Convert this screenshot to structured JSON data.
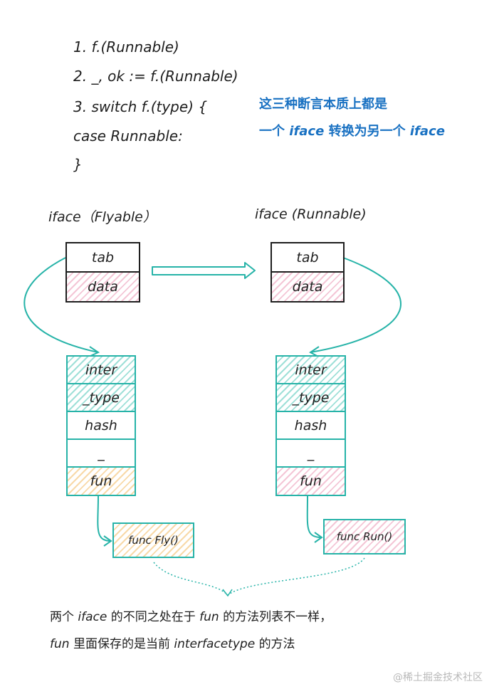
{
  "code_lines": [
    "1. f.(Runnable)",
    "2. _, ok := f.(Runnable)",
    "3. switch f.(type) {",
    "case Runnable:",
    "}"
  ],
  "note": {
    "line1": "这三种断言本质上都是",
    "line2_a": "一个",
    "line2_b": "iface",
    "line2_c": "转换为另一个",
    "line2_d": "iface"
  },
  "left": {
    "title": "iface（Flyable）",
    "tab": "tab",
    "data": "data",
    "itab": [
      "inter",
      "_type",
      "hash",
      "_",
      "fun"
    ],
    "func": "func Fly()"
  },
  "right": {
    "title": "iface (Runnable)",
    "tab": "tab",
    "data": "data",
    "itab": [
      "inter",
      "_type",
      "hash",
      "_",
      "fun"
    ],
    "func": "func Run()"
  },
  "bottom": {
    "l1_a": "两个",
    "l1_b": "iface",
    "l1_c": "的不同之处在于",
    "l1_d": "fun",
    "l1_e": "的方法列表不一样，",
    "l2_a": "fun",
    "l2_b": "里面保存的是当前",
    "l2_c": "interfacetype",
    "l2_d": "的方法"
  },
  "watermark": "@稀土掘金技术社区",
  "colors": {
    "teal": "#26b3a8",
    "blue": "#1971c2",
    "pink": "#f4c6d6",
    "orange": "#f8d9a8"
  }
}
